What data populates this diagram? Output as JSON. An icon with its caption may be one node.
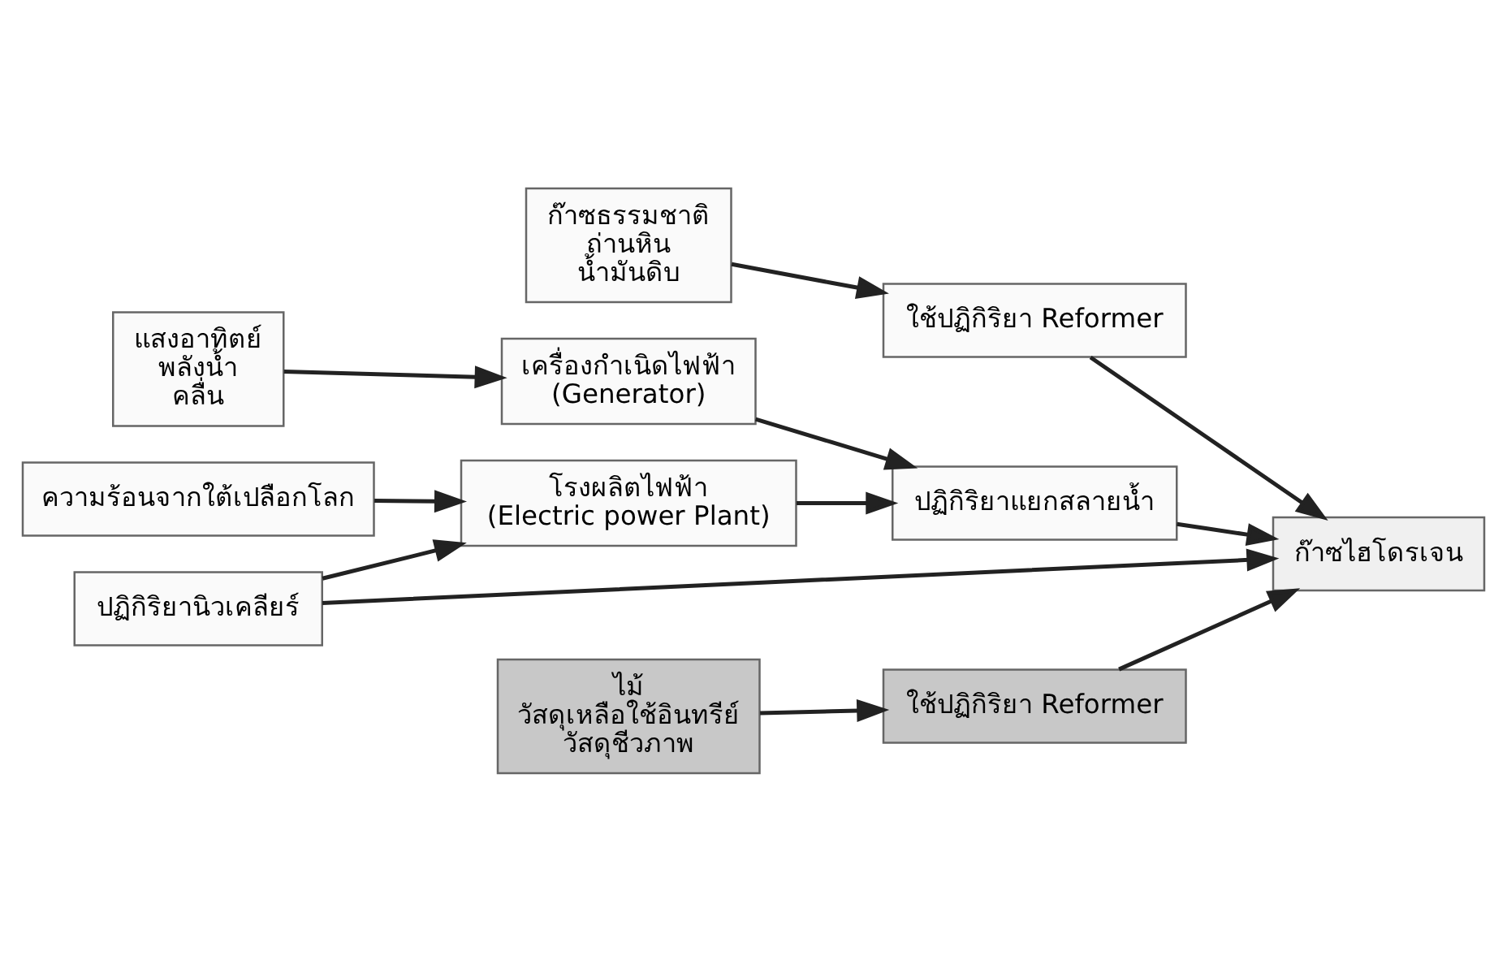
{
  "diagram": {
    "nodes": [
      {
        "text": [
          "ก๊าซธรรมชาติ",
          "ถ่านหิน",
          "น้ำมันดิบ"
        ]
      },
      {
        "text": [
          "ใช้ปฏิกิริยา Reformer"
        ]
      },
      {
        "text": [
          "ปฏิกิริยานิวเคลียร์"
        ]
      },
      {
        "text": [
          "โรงผลิตไฟฟ้า",
          "(Electric power Plant)"
        ]
      },
      {
        "text": [
          "ความร้อนจากใต้เปลือกโลก"
        ]
      },
      {
        "text": [
          "แสงอาทิตย์",
          "พลังน้ำ",
          "คลื่น"
        ]
      },
      {
        "text": [
          "เครื่องกำเนิดไฟฟ้า",
          "(Generator)"
        ]
      },
      {
        "text": [
          "ปฏิกิริยาแยกสลายน้ำ"
        ]
      },
      {
        "text": [
          "ไม้",
          "วัสดุเหลือใช้อินทรีย์",
          "วัสดุชีวภาพ"
        ]
      },
      {
        "text": [
          "ใช้ปฏิกิริยา Reformer"
        ]
      },
      {
        "text": [
          "ก๊าซไฮโดรเจน"
        ]
      }
    ],
    "edges": [
      {
        "from": 0,
        "to": 1,
        "arrow": "to"
      },
      {
        "from": 1,
        "to": 10,
        "arrow": "to"
      },
      {
        "from": 2,
        "to": 10,
        "arrow": "to"
      },
      {
        "from": 2,
        "to": 3,
        "arrow": "to"
      },
      {
        "from": 4,
        "to": 3,
        "arrow": "to"
      },
      {
        "from": 3,
        "to": 7,
        "arrow": "to"
      },
      {
        "from": 5,
        "to": 6,
        "arrow": "to"
      },
      {
        "from": 6,
        "to": 7,
        "arrow": "to"
      },
      {
        "from": 7,
        "to": 10,
        "arrow": "to"
      },
      {
        "from": 8,
        "to": 9,
        "arrow": "to"
      },
      {
        "from": 9,
        "to": 10,
        "arrow": "to"
      }
    ]
  }
}
